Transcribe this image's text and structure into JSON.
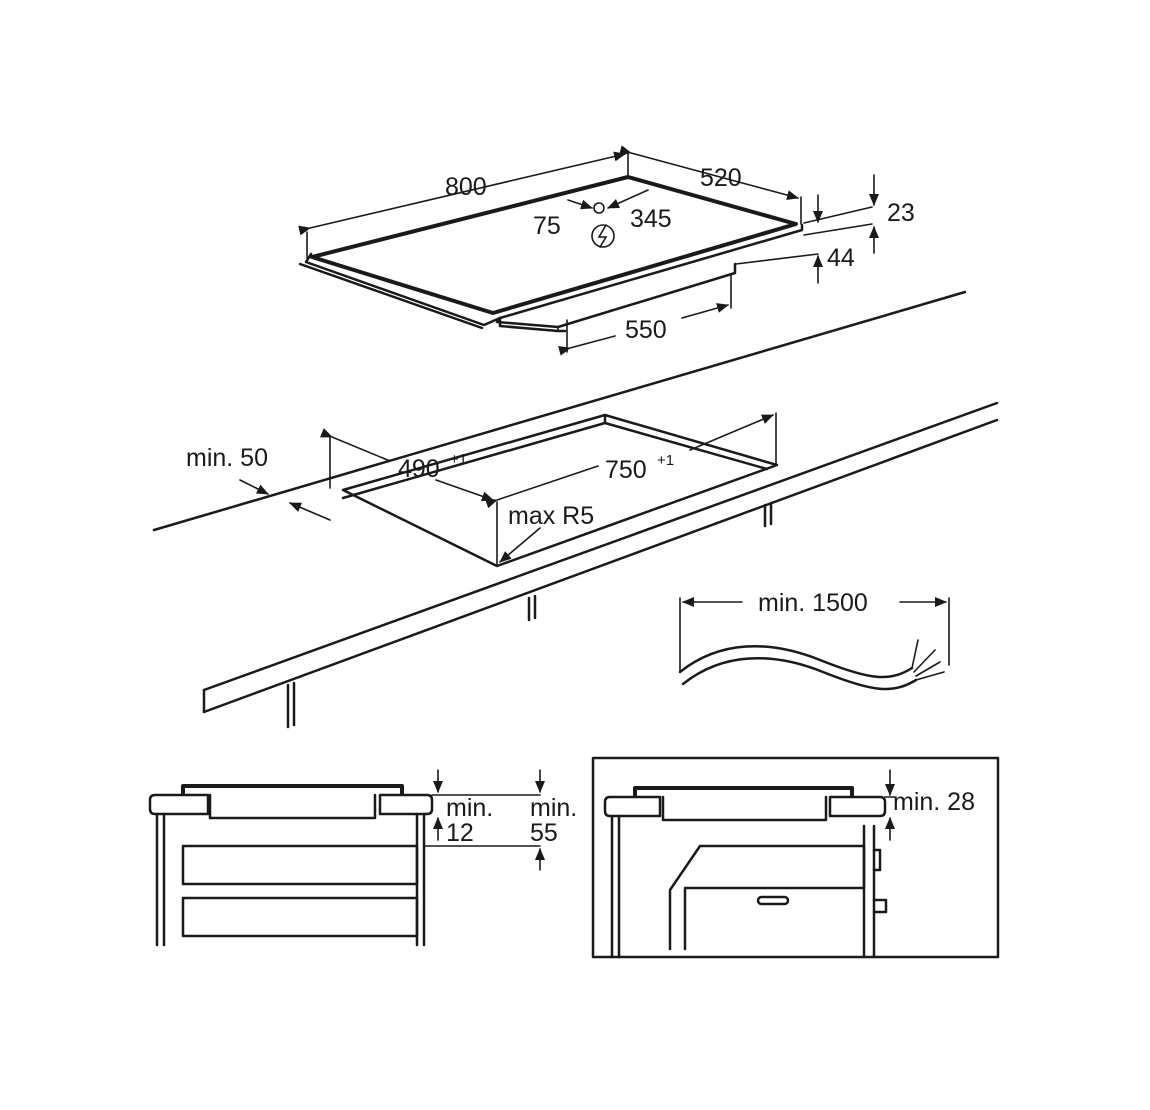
{
  "labels": {
    "width_800": "800",
    "depth_520": "520",
    "offset_75": "75",
    "offset_345": "345",
    "height_23": "23",
    "height_44": "44",
    "width_550": "550",
    "min_50": "min. 50",
    "cut_490": "490",
    "cut_490_tol": "+1",
    "cut_750": "750",
    "cut_750_tol": "+1",
    "max_r5": "max R5",
    "cable_min_1500": "min. 1500",
    "min_label_a": "min.",
    "min_12": "12",
    "min_label_b": "min.",
    "min_55": "55",
    "min_28": "min. 28"
  },
  "colors": {
    "line": "#1a1a1a",
    "background": "#ffffff"
  },
  "icons": {
    "power_connection": "lightning-bolt-in-circle"
  }
}
